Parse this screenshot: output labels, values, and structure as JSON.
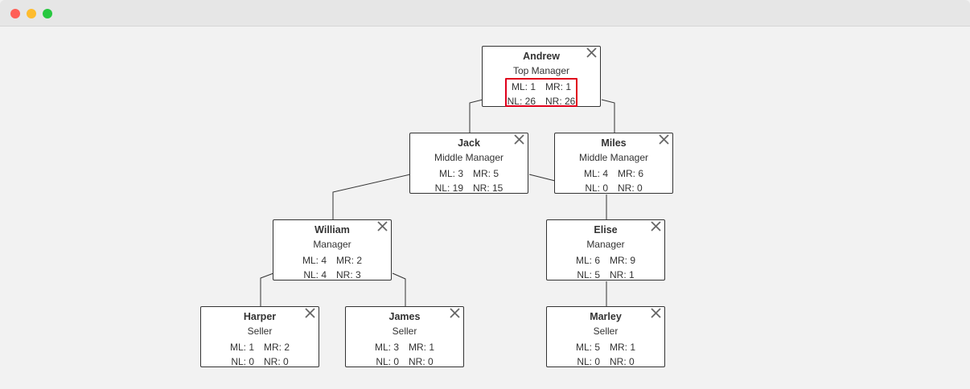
{
  "window": {
    "controls": [
      "close",
      "minimize",
      "maximize"
    ]
  },
  "tree": {
    "nodes": {
      "andrew": {
        "name": "Andrew",
        "role": "Top Manager",
        "ml": "ML: 1",
        "mr": "MR: 1",
        "nl": "NL: 26",
        "nr": "NR: 26"
      },
      "jack": {
        "name": "Jack",
        "role": "Middle Manager",
        "ml": "ML: 3",
        "mr": "MR: 5",
        "nl": "NL: 19",
        "nr": "NR: 15"
      },
      "miles": {
        "name": "Miles",
        "role": "Middle Manager",
        "ml": "ML: 4",
        "mr": "MR: 6",
        "nl": "NL: 0",
        "nr": "NR: 0"
      },
      "william": {
        "name": "William",
        "role": "Manager",
        "ml": "ML: 4",
        "mr": "MR: 2",
        "nl": "NL: 4",
        "nr": "NR: 3"
      },
      "elise": {
        "name": "Elise",
        "role": "Manager",
        "ml": "ML: 6",
        "mr": "MR: 9",
        "nl": "NL: 5",
        "nr": "NR: 1"
      },
      "harper": {
        "name": "Harper",
        "role": "Seller",
        "ml": "ML: 1",
        "mr": "MR: 2",
        "nl": "NL: 0",
        "nr": "NR: 0"
      },
      "james": {
        "name": "James",
        "role": "Seller",
        "ml": "ML: 3",
        "mr": "MR: 1",
        "nl": "NL: 0",
        "nr": "NR: 0"
      },
      "marley": {
        "name": "Marley",
        "role": "Seller",
        "ml": "ML: 5",
        "mr": "MR: 1",
        "nl": "NL: 0",
        "nr": "NR: 0"
      }
    },
    "highlighted": "andrew",
    "highlight_color": "#e0001b",
    "close_icon": "close-icon"
  }
}
